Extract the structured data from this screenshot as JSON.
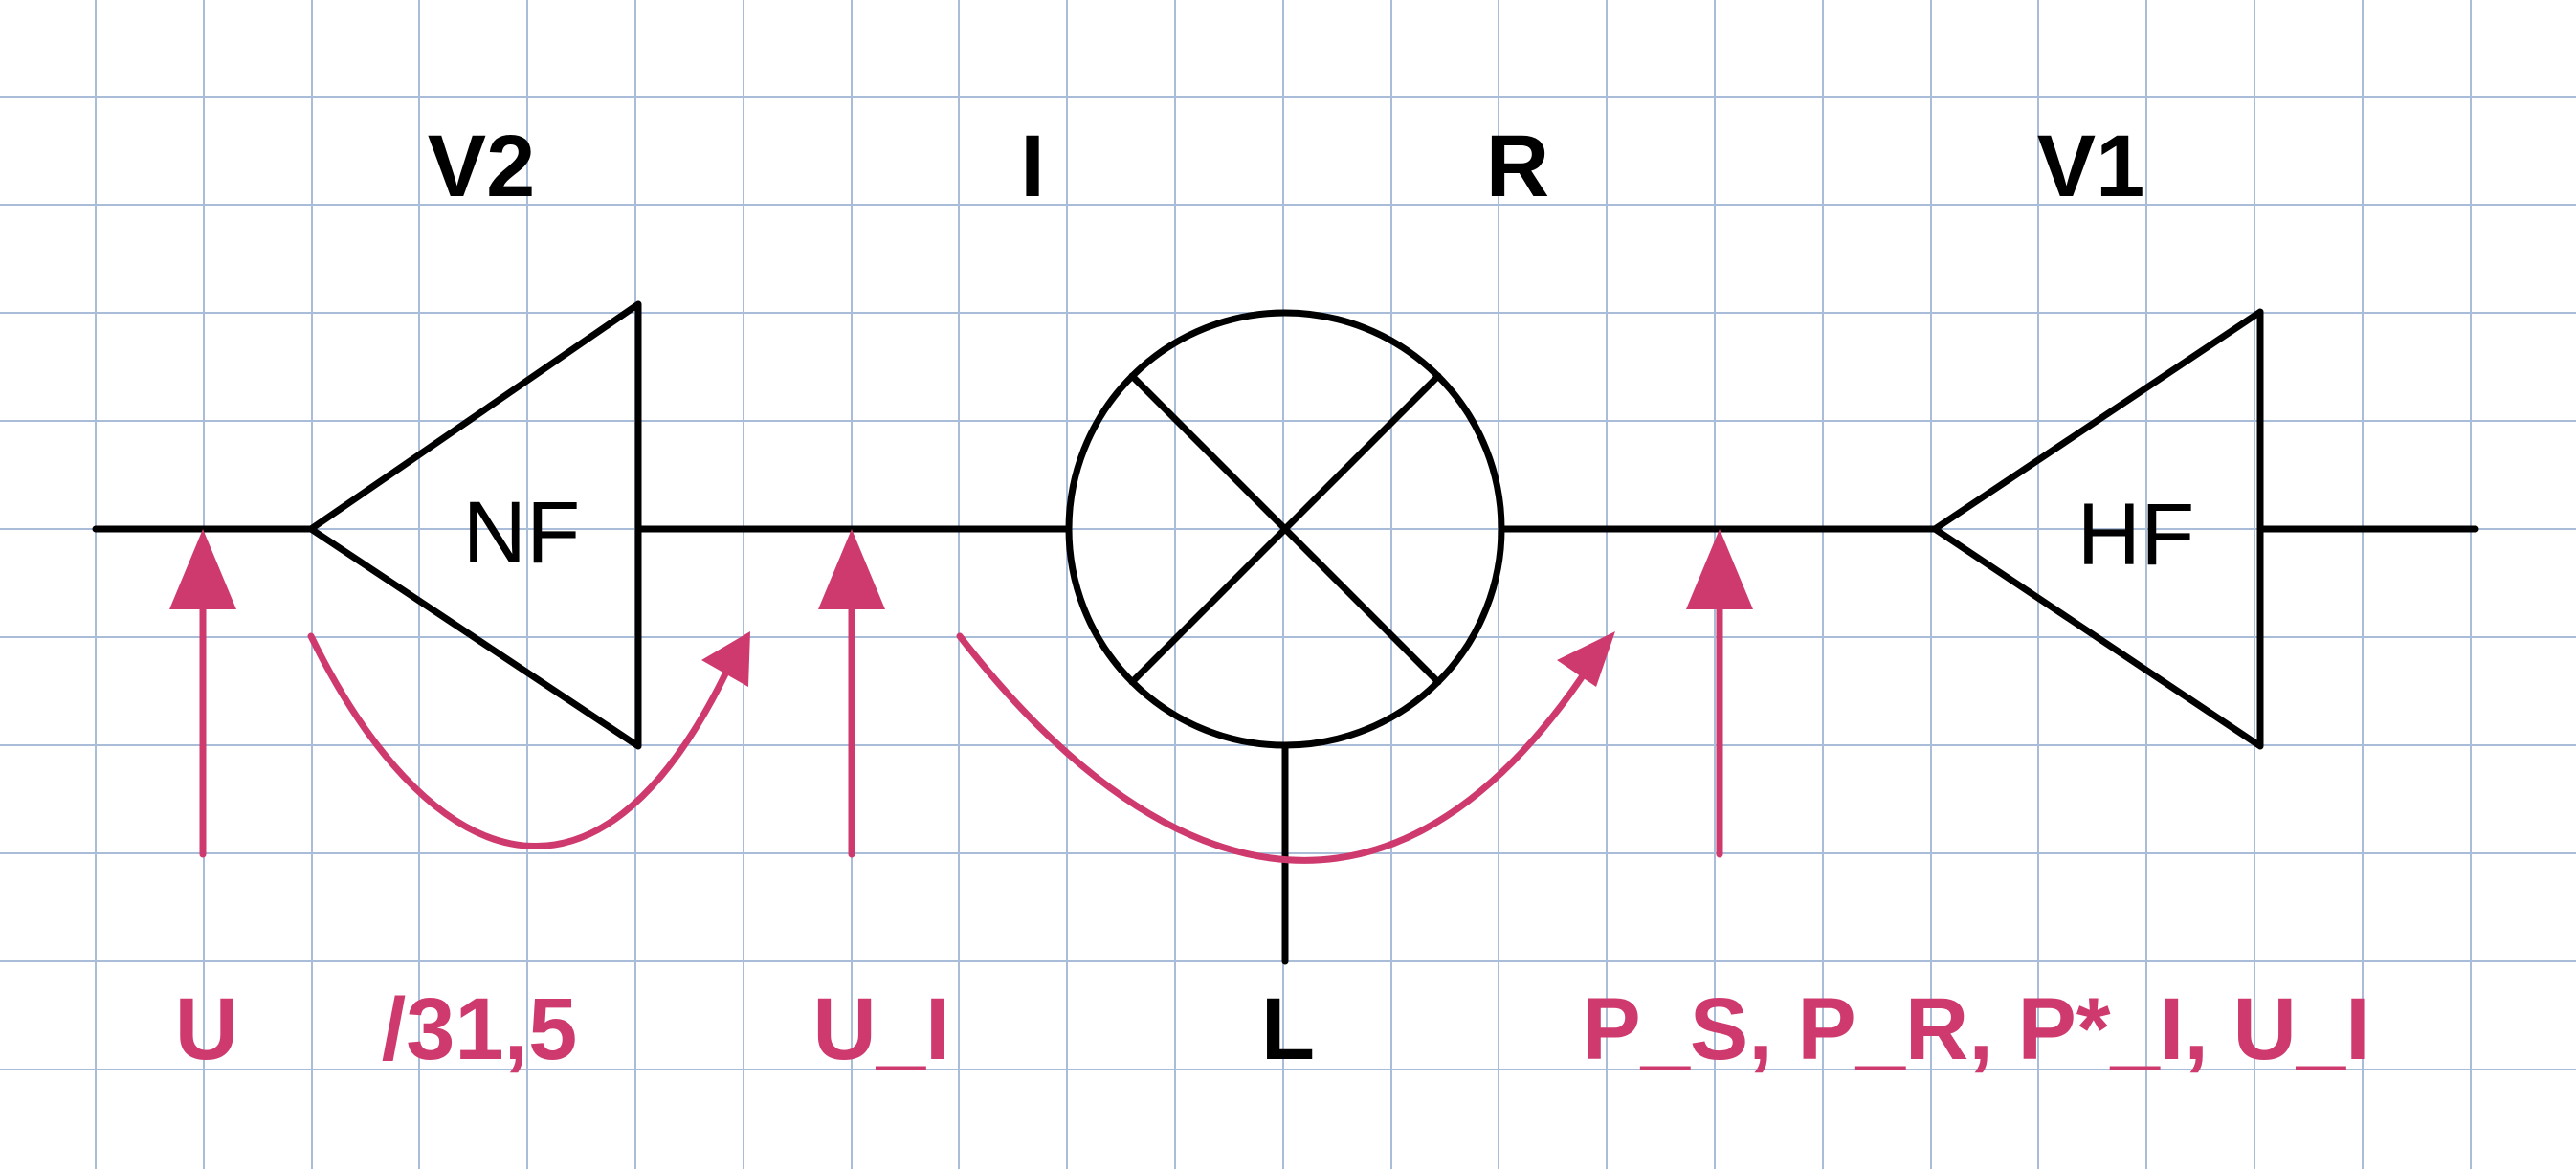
{
  "colors": {
    "grid": "#a9bdd8",
    "line": "#000000",
    "accent": "#cf3a6e"
  },
  "stage_labels": {
    "v2": "V2",
    "i": "I",
    "r": "R",
    "v1": "V1",
    "l": "L"
  },
  "blocks": {
    "nf": "NF",
    "hf": "HF"
  },
  "annotations": {
    "u": "U",
    "divider": "/31,5",
    "u_i": "U_I",
    "powers": "P_S, P_R, P*_I, U_I"
  }
}
